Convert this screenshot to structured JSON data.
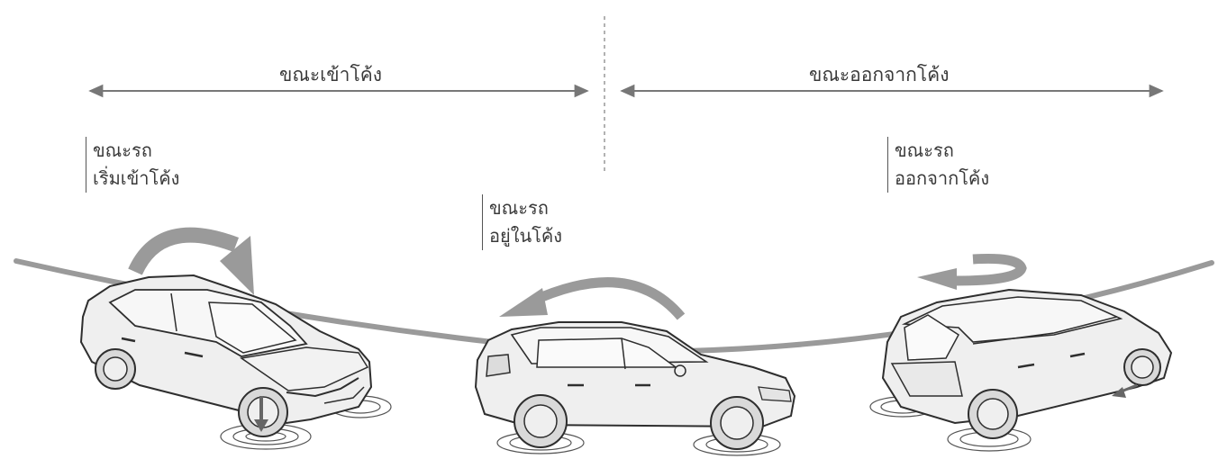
{
  "phases": {
    "entering": "ขณะเข้าโค้ง",
    "exiting": "ขณะออกจากโค้ง"
  },
  "stages": [
    {
      "line1": "ขณะรถ",
      "line2": "เริ่มเข้าโค้ง"
    },
    {
      "line1": "ขณะรถ",
      "line2": "อยู่ในโค้ง"
    },
    {
      "line1": "ขณะรถ",
      "line2": "ออกจากโค้ง"
    }
  ],
  "colors": {
    "road_curve": "#9a9a9a",
    "motion_arrow": "#9a9a9a",
    "car_body": "#efefef",
    "car_outline": "#2e2e2e",
    "wheel": "#d9d9d9",
    "phase_arrow": "#777777"
  }
}
